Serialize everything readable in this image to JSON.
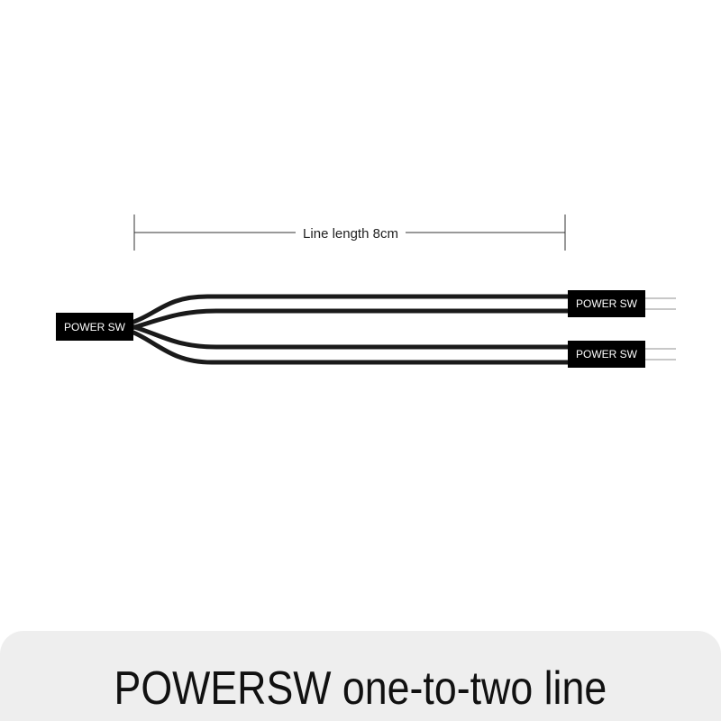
{
  "dimension": {
    "label": "Line length 8cm"
  },
  "connectors": {
    "left_label": "POWER SW",
    "right_top_label": "POWER SW",
    "right_bottom_label": "POWER SW"
  },
  "caption": {
    "text": "POWERSW one-to-two line"
  },
  "colors": {
    "background": "#ffffff",
    "caption_bar": "#eeeeee",
    "cable": "#1a1a1a",
    "connector": "#000000",
    "pin": "#c8c8c8"
  }
}
